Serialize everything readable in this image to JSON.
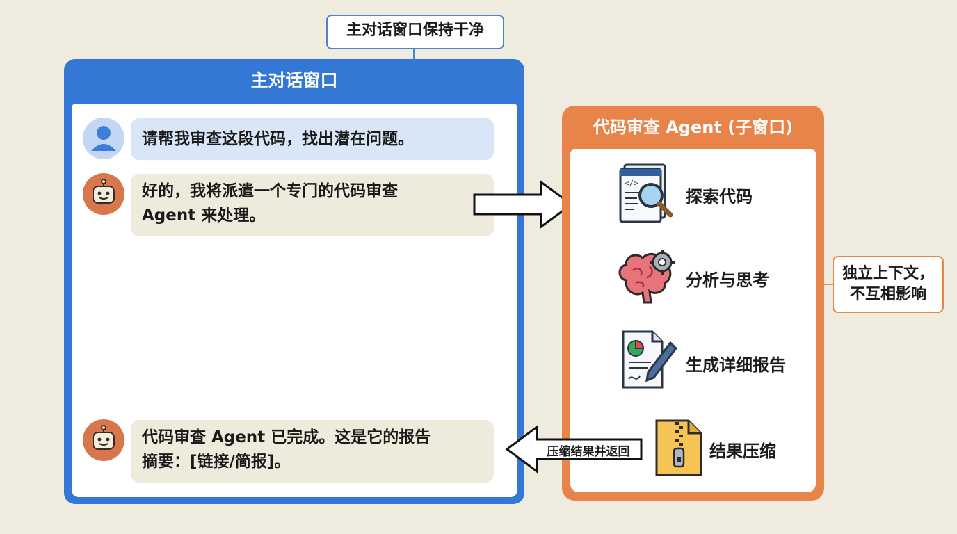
{
  "top_callout": "主对话窗口保持干净",
  "main_window": {
    "title": "主对话窗口",
    "messages": [
      {
        "role": "user",
        "text": "请帮我审查这段代码，找出潜在问题。"
      },
      {
        "role": "assistant",
        "line1": "好的，我将派遣一个专门的代码审查",
        "line2": "Agent 来处理。"
      },
      {
        "role": "assistant",
        "line1": "代码审查 Agent 已完成。这是它的报告",
        "line2": "摘要：[链接/简报]。"
      }
    ]
  },
  "sub_window": {
    "title": "代码审查 Agent (子窗口)",
    "steps": [
      {
        "icon": "code-search-icon",
        "label": "探索代码"
      },
      {
        "icon": "brain-gear-icon",
        "label": "分析与思考"
      },
      {
        "icon": "report-pen-icon",
        "label": "生成详细报告"
      },
      {
        "icon": "zip-file-icon",
        "label": "结果压缩"
      }
    ]
  },
  "side_callout": {
    "line1": "独立上下文，",
    "line2": "不互相影响"
  },
  "return_arrow_label": "压缩结果并返回",
  "colors": {
    "main_blue": "#3278d4",
    "agent_orange": "#e8834a",
    "background": "#efebdf"
  }
}
